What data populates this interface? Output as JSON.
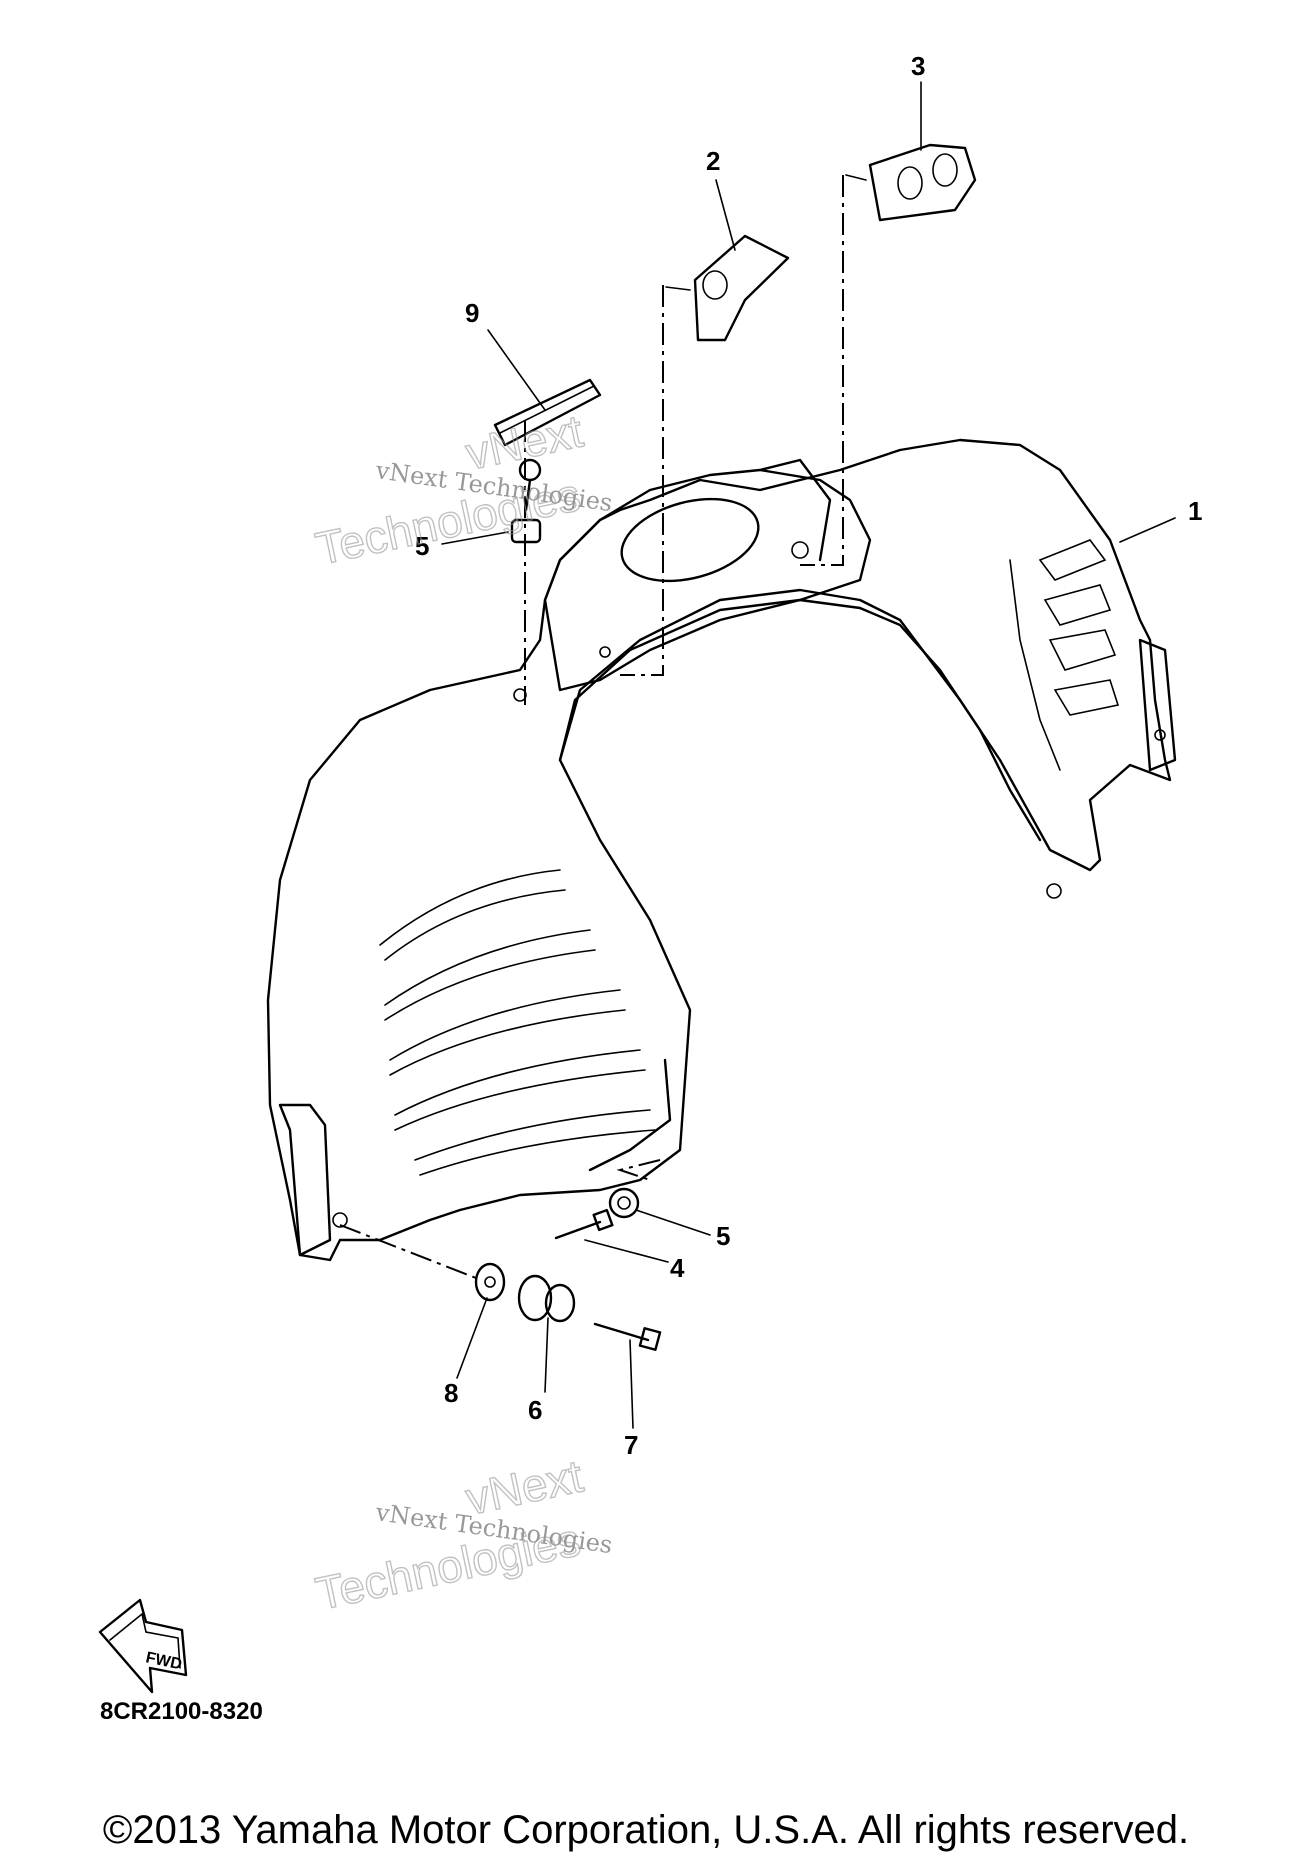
{
  "callouts": [
    {
      "id": "1",
      "label": "1"
    },
    {
      "id": "2",
      "label": "2"
    },
    {
      "id": "3",
      "label": "3"
    },
    {
      "id": "4",
      "label": "4"
    },
    {
      "id": "5a",
      "label": "5"
    },
    {
      "id": "5b",
      "label": "5"
    },
    {
      "id": "6",
      "label": "6"
    },
    {
      "id": "7",
      "label": "7"
    },
    {
      "id": "8",
      "label": "8"
    },
    {
      "id": "9",
      "label": "9"
    }
  ],
  "watermarks": [
    {
      "small": "vNext Technologies",
      "big1": "vNext",
      "big2": "Technologies"
    },
    {
      "small": "vNext Technologies",
      "big1": "vNext",
      "big2": "Technologies"
    }
  ],
  "fwd_label": "FWD",
  "diagram_code": "8CR2100-8320",
  "copyright": "©2013 Yamaha Motor Corporation, U.S.A. All rights reserved."
}
